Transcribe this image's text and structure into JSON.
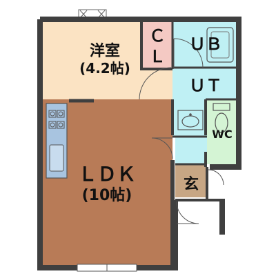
{
  "rooms": {
    "western": {
      "name": "洋室",
      "size": "(4.2帖)"
    },
    "ldk": {
      "name": "ＬＤＫ",
      "size": "(10帖)"
    },
    "closet": {
      "line1": "Ｃ",
      "line2": "Ｌ"
    },
    "bath": {
      "name": "ＵＢ"
    },
    "utility": {
      "name": "ＵＴ"
    },
    "toilet": {
      "name": "WC"
    },
    "entrance": {
      "name": "玄"
    }
  },
  "colors": {
    "wall": "#3f3f3f",
    "western_floor": "#fbe3c3",
    "ldk_floor": "#b87b57",
    "closet_floor": "#f4c9c3",
    "wet_area_floor": "#bff0f4",
    "toilet_floor": "#d4f4d4",
    "entrance_floor": "#c7a684",
    "kitchen_counter": "#a8c4e0"
  }
}
